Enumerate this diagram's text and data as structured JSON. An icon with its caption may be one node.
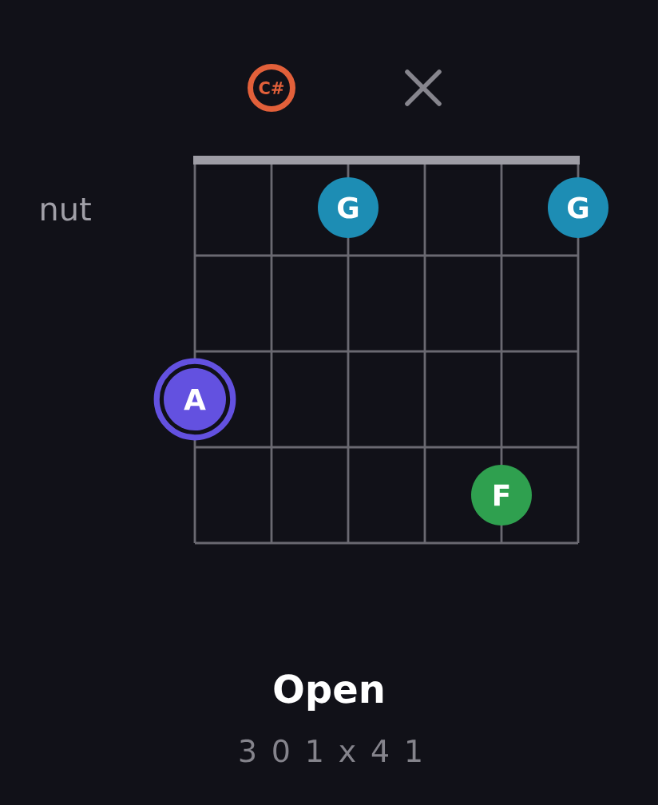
{
  "diagram": {
    "title": "Open",
    "caption": "3 0 1 x 4 1",
    "nodes": [
      {
        "text": [
          "C#"
        ]
      },
      {
        "text": [
          "G"
        ]
      },
      {
        "text": [
          "G"
        ]
      },
      {
        "text": [
          "A"
        ]
      },
      {
        "text": [
          "F"
        ]
      }
    ],
    "labels": [
      "nut"
    ]
  }
}
